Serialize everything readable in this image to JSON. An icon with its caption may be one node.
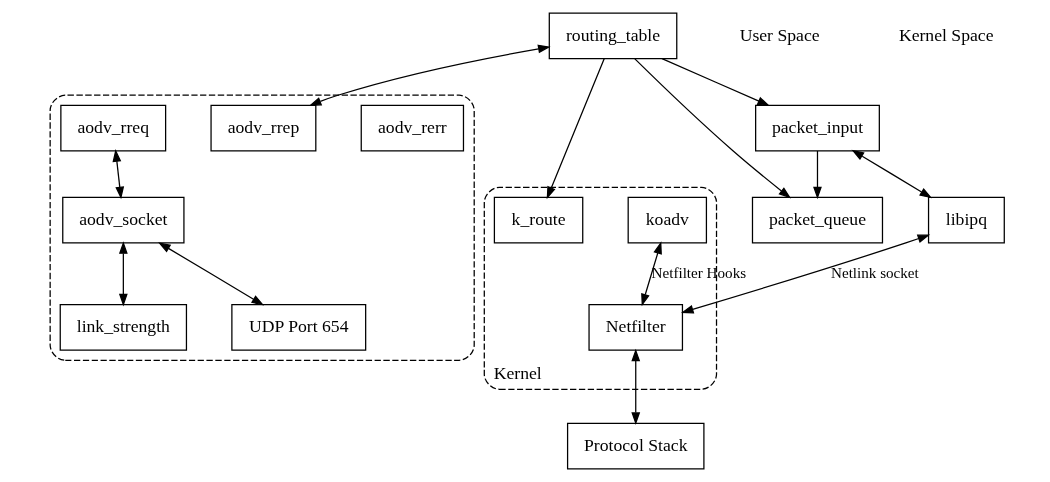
{
  "diagram": {
    "nodes": [
      {
        "text": [
          "routing_table"
        ]
      },
      {
        "text": [],
        "shape": "box"
      },
      {
        "text": [
          "aodv_rerr"
        ],
        "in": 1
      },
      {
        "text": [
          "aodv_rrep"
        ],
        "in": 1
      },
      {
        "text": [
          "aodv_rreq"
        ],
        "in": 1
      },
      {
        "text": [
          "packet_queue"
        ]
      },
      {
        "text": [
          "packet_input"
        ]
      },
      {
        "text": [
          "aodv_socket"
        ],
        "in": 1
      },
      {
        "text": [
          "link_strength"
        ],
        "in": 1
      },
      {
        "text": [
          "libipq"
        ]
      },
      {
        "text": [
          "Kernel"
        ]
      },
      {
        "text": [
          "koadv"
        ],
        "in": 10
      },
      {
        "text": [
          "Netfilter"
        ],
        "in": 10
      },
      {
        "text": [
          "k_route"
        ],
        "in": 10
      },
      {
        "text": [
          "UDP Port 654"
        ],
        "in": 1
      },
      {
        "text": [
          "Protocol Stack"
        ]
      }
    ],
    "edges": [
      {
        "from": 0,
        "to": 5,
        "arrow": "to"
      },
      {
        "from": 0,
        "to": 6,
        "arrow": "to"
      },
      {
        "from": 0,
        "to": 3,
        "arrow": "both"
      },
      {
        "from": 0,
        "to": 13,
        "arrow": "to"
      },
      {
        "from": 6,
        "to": 5,
        "arrow": "to"
      },
      {
        "from": 6,
        "to": 9,
        "arrow": "both"
      },
      {
        "from": 9,
        "to": 12,
        "arrow": "both",
        "label": "Netlink socket"
      },
      {
        "from": 11,
        "to": 12,
        "arrow": "both",
        "label": "Netfilter Hooks"
      },
      {
        "from": 12,
        "to": 15,
        "arrow": "both"
      },
      {
        "from": 4,
        "to": 7,
        "arrow": "both"
      },
      {
        "from": 7,
        "to": 8,
        "arrow": "both"
      },
      {
        "from": 7,
        "to": 14,
        "arrow": "both"
      }
    ],
    "labels": [
      "User Space",
      "Kernel Space"
    ]
  }
}
